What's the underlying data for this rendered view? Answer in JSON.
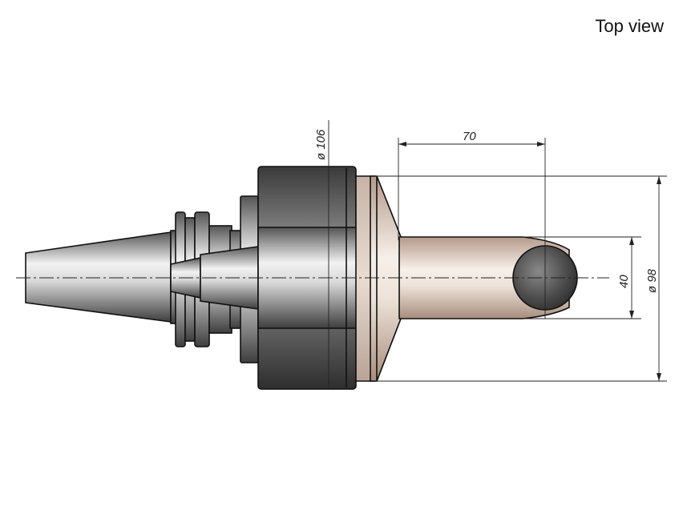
{
  "view_label": "Top view",
  "dimensions": {
    "flange_diameter": "ø 106",
    "length": "70",
    "shank_height": "40",
    "disc_diameter": "ø 98"
  },
  "colors": {
    "steel_dark": "#4a4a4a",
    "steel_light": "#e6e6e6",
    "bronze_dark": "#b8a092",
    "bronze_light": "#f5ede6"
  }
}
